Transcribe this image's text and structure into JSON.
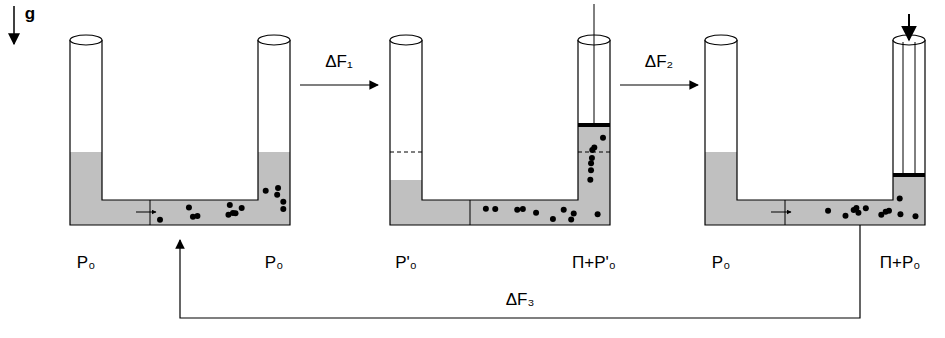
{
  "diagram": {
    "labels": [
      "g",
      "ΔF₁",
      "ΔF₂",
      "P₀",
      "P₀",
      "P'₀",
      "Π+P'₀",
      "P₀",
      "Π+P₀",
      "ΔF₃"
    ]
  }
}
